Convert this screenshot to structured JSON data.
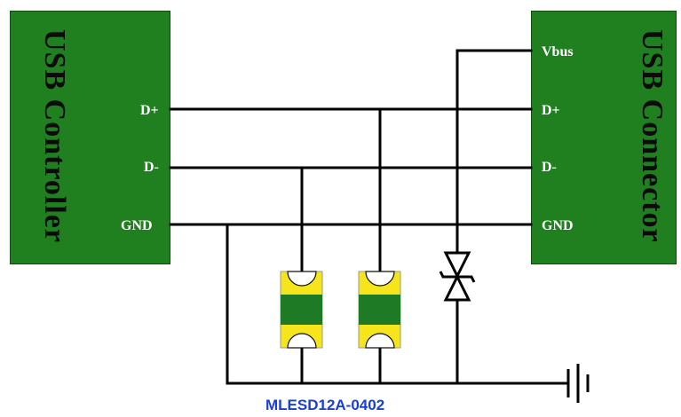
{
  "left_block": {
    "title": "USB Controller",
    "pins": {
      "dplus": "D+",
      "dminus": "D-",
      "gnd": "GND"
    }
  },
  "right_block": {
    "title": "USB Connector",
    "pins": {
      "vbus": "Vbus",
      "dplus": "D+",
      "dminus": "D-",
      "gnd": "GND"
    }
  },
  "caption": "MLESD12A-0402",
  "colors": {
    "block_fill": "#208020",
    "component_yellow": "#f5e51a",
    "component_green": "#1f7a26",
    "caption": "#1a3fd6",
    "wire": "#000000"
  },
  "icons": [
    "esd-suppressor-icon",
    "tvs-diode-icon",
    "ground-icon"
  ]
}
